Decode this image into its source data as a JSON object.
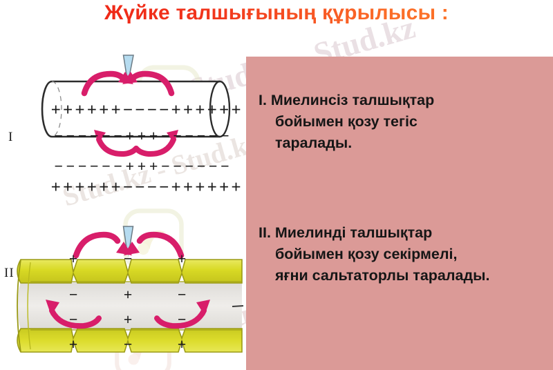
{
  "slide": {
    "title": "Жүйке талшығының құрылысы :",
    "title_color": "#ef2a1b",
    "background": "#ffffff",
    "panel_color": "#db9a97"
  },
  "watermark": {
    "text_1": "Stud.kz - Stud.kz",
    "text_2": "Stud.kz - Stud.kz",
    "text_3": "Stud.kz - Stud.kz",
    "text_4": "Stud.kz"
  },
  "panel": {
    "items": [
      {
        "numeral": "I.",
        "lines": [
          "I. Миелинсіз талшықтар",
          "бойымен қозу тегіс",
          "таралады."
        ]
      },
      {
        "numeral": "II.",
        "lines": [
          "II. Миелинді талшықтар",
          "бойымен қозу секірмелі,",
          "яғни сальтаторлы таралады."
        ]
      }
    ]
  },
  "figures": [
    {
      "label": "I",
      "caption_ref": "unmyelinated-fiber",
      "fiber_type": "unmyelinated",
      "electrode_color": "#aed9ef",
      "arrow_color": "#d81e6a",
      "charges": {
        "outer_top": [
          "+",
          "+",
          "+",
          "+",
          "+",
          "+",
          "−",
          "−",
          "−",
          "−",
          "+",
          "+",
          "+",
          "+",
          "+",
          "+"
        ],
        "outer_bottom": [
          "+",
          "+",
          "+",
          "+",
          "+",
          "+",
          "−",
          "−",
          "−",
          "−",
          "+",
          "+",
          "+",
          "+",
          "+",
          "+"
        ],
        "inner_upper": [
          "−",
          "−",
          "−",
          "−",
          "−",
          "−",
          "+",
          "+",
          "+",
          "−",
          "−",
          "−",
          "−",
          "−",
          "−"
        ],
        "inner_lower": [
          "−",
          "−",
          "−",
          "−",
          "−",
          "−",
          "+",
          "+",
          "+",
          "−",
          "−",
          "−",
          "−",
          "−",
          "−"
        ]
      }
    },
    {
      "label": "II",
      "caption_ref": "myelinated-fiber",
      "fiber_type": "myelinated",
      "myelin_color": "#d6d723",
      "axon_color": "#e7e5e2",
      "electrode_color": "#aed9ef",
      "arrow_color": "#d81e6a",
      "node_charges": {
        "node_left_top": "+",
        "node_mid_top": "−",
        "node_right_top": "+",
        "node_left_inner_upper": "−",
        "node_mid_inner_upper": "+",
        "node_right_inner_upper": "−",
        "node_left_inner_lower": "−",
        "node_mid_inner_lower": "+",
        "node_right_inner_lower": "−",
        "node_left_bottom": "+",
        "node_mid_bottom": "−",
        "node_right_bottom": "+"
      }
    }
  ]
}
